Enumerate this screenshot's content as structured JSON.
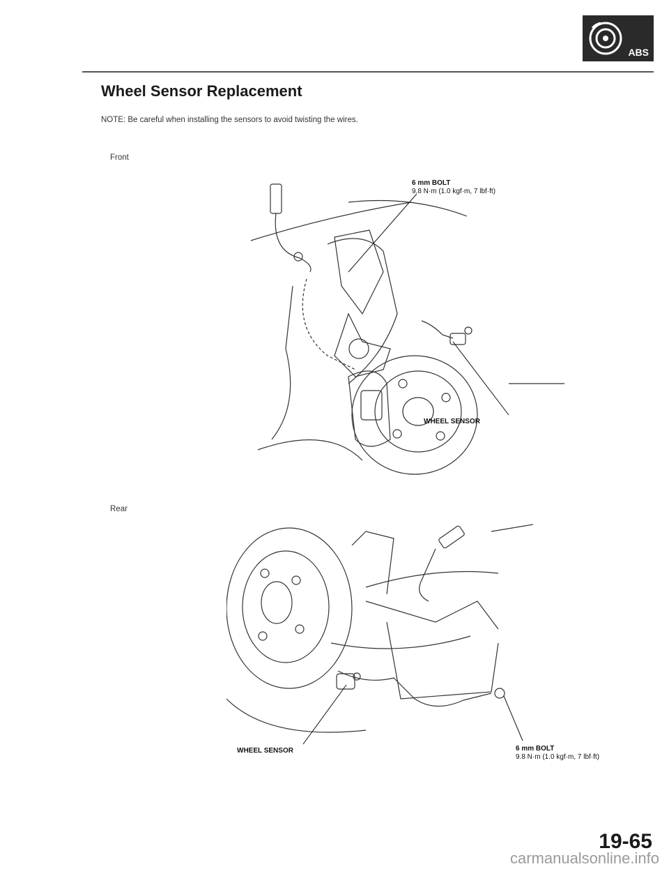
{
  "badge": {
    "text": "ABS",
    "icon": "abs-brake-icon"
  },
  "title": "Wheel Sensor Replacement",
  "note": "NOTE:  Be careful when installing the sensors to avoid twisting the wires.",
  "front": {
    "label": "Front",
    "bolt_label": "6 mm BOLT",
    "bolt_spec": "9.8 N·m (1.0 kgf·m, 7 lbf·ft)",
    "sensor_label": "WHEEL SENSOR"
  },
  "rear": {
    "label": "Rear",
    "bolt_label": "6 mm BOLT",
    "bolt_spec": "9.8 N·m (1.0 kgf·m, 7 lbf·ft)",
    "sensor_label": "WHEEL SENSOR"
  },
  "page_number": "19-65",
  "footer": "carmanualsonline.info"
}
